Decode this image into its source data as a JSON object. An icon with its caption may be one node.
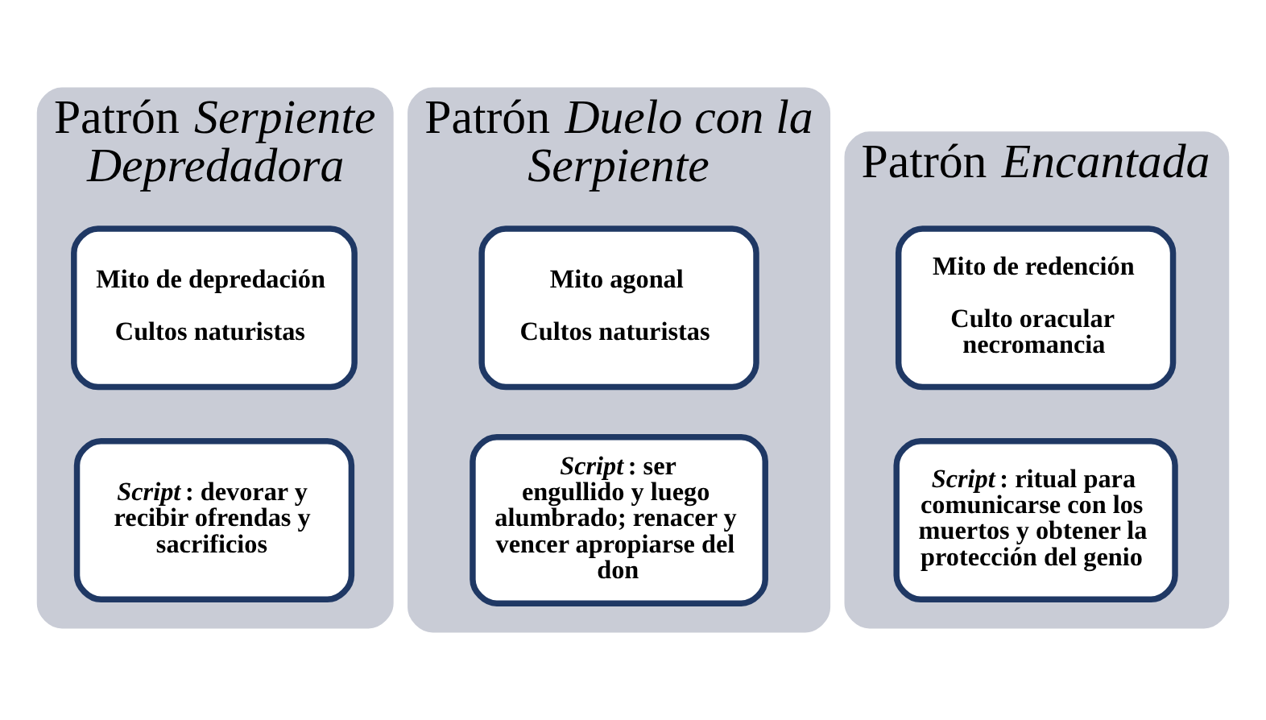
{
  "diagram": {
    "nodes": [
      {
        "text": [
          "Patrón *Serpiente Depredadora*"
        ]
      },
      {
        "text": [
          "Mito de depredación",
          "Cultos naturistas"
        ],
        "in": 0
      },
      {
        "text": [
          "*Script*: devorar y recibir ofrendas y sacrificios"
        ],
        "in": 0
      },
      {
        "text": [
          "Patrón *Duelo con la Serpiente*"
        ]
      },
      {
        "text": [
          "Mito agonal",
          "Cultos naturistas"
        ],
        "in": 3
      },
      {
        "text": [
          "*Script*: ser engullido y luego alumbrado; renacer y vencer apropiarse del don"
        ],
        "in": 3
      },
      {
        "text": [
          "Patrón *Encantada*"
        ]
      },
      {
        "text": [
          "Mito de redención",
          "Culto oracular necromancia"
        ],
        "in": 6
      },
      {
        "text": [
          "*Script*: ritual para comunicarse con los muertos y obtener la protección del genio"
        ],
        "in": 6
      }
    ],
    "edges": []
  }
}
